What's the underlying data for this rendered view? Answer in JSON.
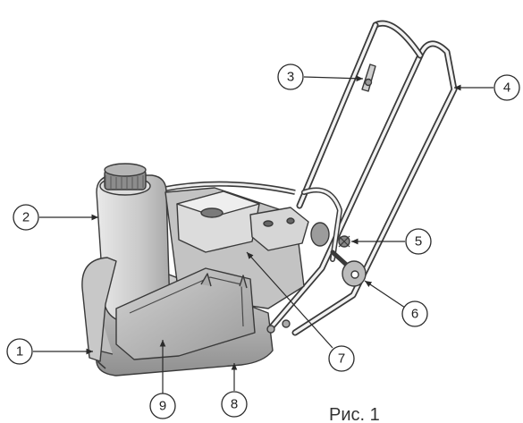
{
  "caption": "Рис. 1",
  "callouts": {
    "c1": "1",
    "c2": "2",
    "c3": "3",
    "c4": "4",
    "c5": "5",
    "c6": "6",
    "c7": "7",
    "c8": "8",
    "c9": "9"
  }
}
